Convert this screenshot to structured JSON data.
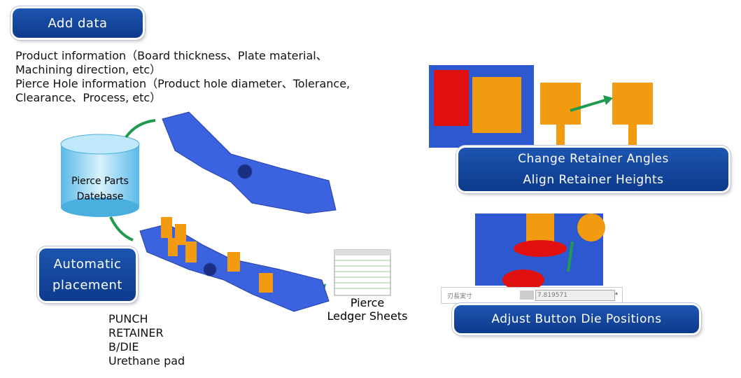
{
  "add_data": {
    "label": "Add data"
  },
  "info": {
    "lines": [
      "Product information（Board thickness、Plate material、",
      "Machining direction, etc）",
      "Pierce Hole information（Product hole diameter、Tolerance,",
      "Clearance、Process, etc）"
    ]
  },
  "database": {
    "line1": "Pierce Parts",
    "line2": "Datebase"
  },
  "auto": {
    "line1": "Automatic",
    "line2": "placement"
  },
  "parts": [
    "PUNCH",
    "RETAINER",
    "B/DIE",
    "Urethane pad"
  ],
  "ledger": {
    "line1": "Pierce",
    "line2": "Ledger Sheets"
  },
  "retainer": {
    "line1": "Change Retainer Angles",
    "line2": "Align Retainer Heights"
  },
  "button_die": {
    "label": "Adjust Button Die Positions"
  },
  "field": {
    "label": "刃長実寸",
    "value": "7.819571"
  },
  "colors": {
    "button": "#1d55b0",
    "part": "#3b63e0",
    "retainer": "#f29a10",
    "arrow": "#1f9a4e",
    "red": "#e01010"
  }
}
